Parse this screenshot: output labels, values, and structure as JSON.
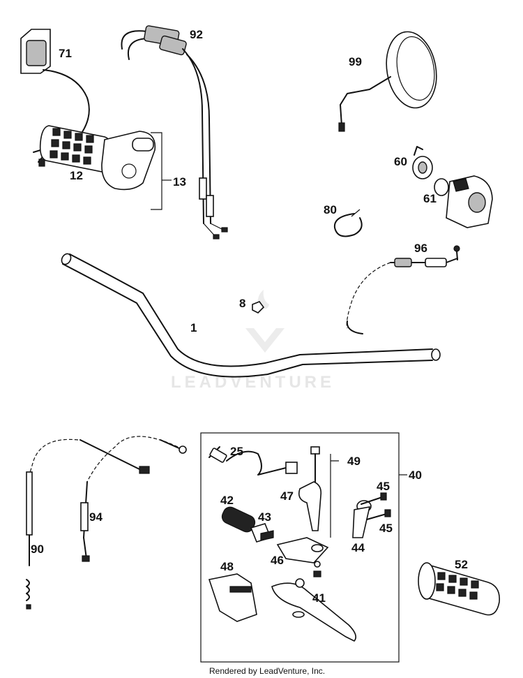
{
  "callouts": {
    "p71": "71",
    "p92": "92",
    "p99": "99",
    "p12": "12",
    "p13": "13",
    "p60": "60",
    "p61": "61",
    "p80": "80",
    "p96": "96",
    "p8": "8",
    "p1": "1",
    "p40": "40",
    "p25": "25",
    "p49": "49",
    "p42": "42",
    "p47": "47",
    "p45a": "45",
    "p45b": "45",
    "p43": "43",
    "p44": "44",
    "p46": "46",
    "p48": "48",
    "p41": "41",
    "p52": "52",
    "p90": "90",
    "p94": "94"
  },
  "watermark": {
    "text": "LEADVENTURE"
  },
  "footer": {
    "text": "Rendered by LeadVenture, Inc."
  }
}
